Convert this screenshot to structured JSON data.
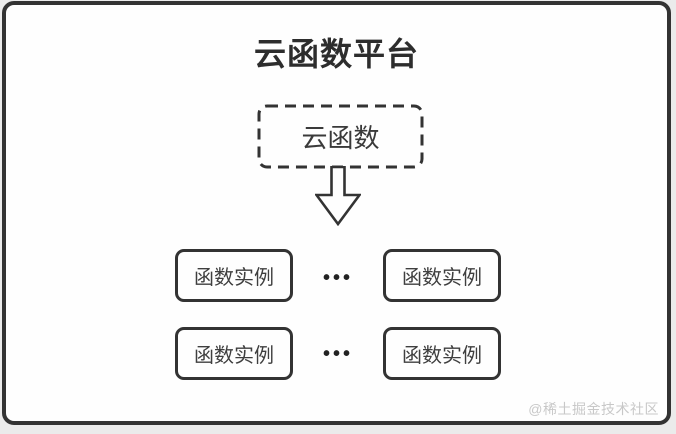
{
  "diagram": {
    "title": "云函数平台",
    "cloud_function": {
      "label": "云函数"
    },
    "rows": [
      {
        "left": {
          "label": "函数实例"
        },
        "ellipsis": "•••",
        "right": {
          "label": "函数实例"
        }
      },
      {
        "left": {
          "label": "函数实例"
        },
        "ellipsis": "•••",
        "right": {
          "label": "函数实例"
        }
      }
    ],
    "watermark": "@稀土掘金技术社区"
  },
  "colors": {
    "stroke": "#333333",
    "title_text": "#2d2d2d",
    "node_text": "#3a3a3a",
    "instance_text": "#3f3f3f",
    "dots": "#222222",
    "watermark_text": "#c8c8c8",
    "canvas_background": "#fefefe",
    "page_background": "#ebebeb"
  }
}
